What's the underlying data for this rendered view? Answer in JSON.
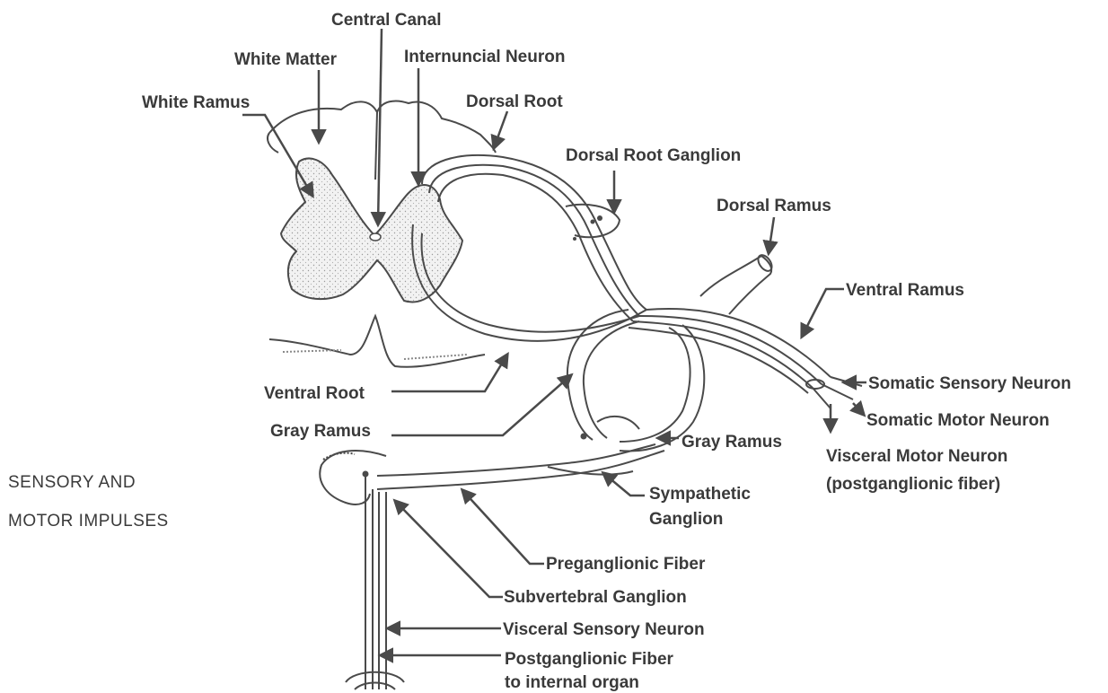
{
  "title": {
    "line1": "SENSORY AND",
    "line2": "MOTOR IMPULSES"
  },
  "labels": {
    "central_canal": "Central Canal",
    "white_matter": "White Matter",
    "internuncial_neuron": "Internuncial Neuron",
    "white_ramus": "White Ramus",
    "dorsal_root": "Dorsal Root",
    "dorsal_root_ganglion": "Dorsal Root Ganglion",
    "dorsal_ramus": "Dorsal Ramus",
    "ventral_ramus": "Ventral Ramus",
    "somatic_sensory_neuron": "Somatic Sensory Neuron",
    "somatic_motor_neuron": "Somatic Motor Neuron",
    "visceral_motor_neuron_1": "Visceral Motor Neuron",
    "visceral_motor_neuron_2": "(postganglionic fiber)",
    "ventral_root": "Ventral Root",
    "gray_ramus_left": "Gray Ramus",
    "gray_ramus_right": "Gray Ramus",
    "sympathetic_ganglion_1": "Sympathetic",
    "sympathetic_ganglion_2": "Ganglion",
    "preganglionic_fiber": "Preganglionic Fiber",
    "subvertebral_ganglion": "Subvertebral Ganglion",
    "visceral_sensory_neuron": "Visceral Sensory Neuron",
    "postganglionic_fiber_1": "Postganglionic Fiber",
    "postganglionic_fiber_2": "to internal organ"
  }
}
